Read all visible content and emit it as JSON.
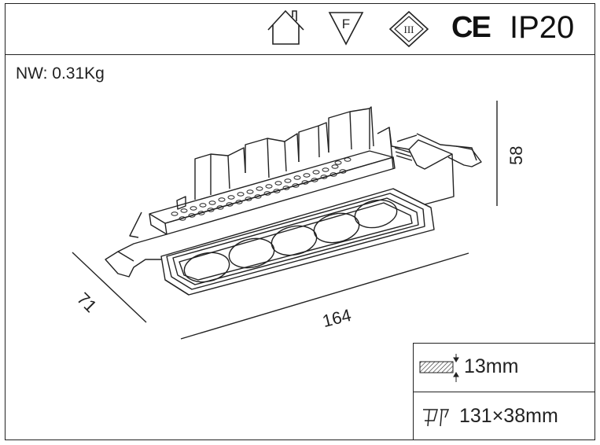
{
  "header": {
    "icons": [
      "house-icon",
      "f-mark-icon",
      "class-iii-icon"
    ],
    "class_mark": "III",
    "f_mark": "F",
    "ce_mark": "CE",
    "ip_rating": "IP20"
  },
  "weight_label": "NW: 0.31Kg",
  "dimensions": {
    "height": "58",
    "depth": "71",
    "length": "164"
  },
  "specs": {
    "ceiling_thickness": "13mm",
    "cutout": "131×38mm"
  }
}
